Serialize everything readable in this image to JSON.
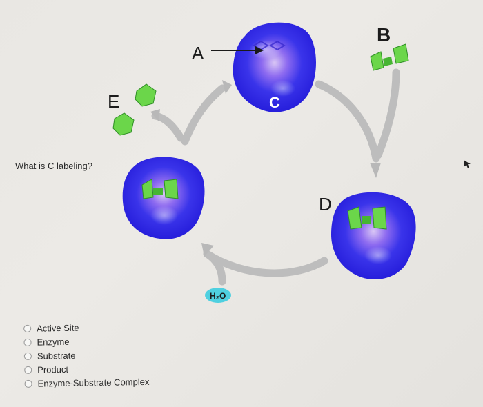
{
  "diagram": {
    "labels": {
      "a": "A",
      "b": "B",
      "c": "C",
      "d": "D",
      "e": "E",
      "water_badge": "H₂O"
    }
  },
  "question": {
    "prompt": "What is C labeling?",
    "options": [
      {
        "label": "Active Site",
        "selected": false
      },
      {
        "label": "Enzyme",
        "selected": false
      },
      {
        "label": "Substrate",
        "selected": false
      },
      {
        "label": "Product",
        "selected": false
      },
      {
        "label": "Enzyme-Substrate Complex",
        "selected": false
      }
    ]
  },
  "colors": {
    "enzyme": "#2b2be8",
    "substrate": "#5ccf3c",
    "arrow": "#b8b8b8",
    "water_badge": "#4fd0e0"
  }
}
